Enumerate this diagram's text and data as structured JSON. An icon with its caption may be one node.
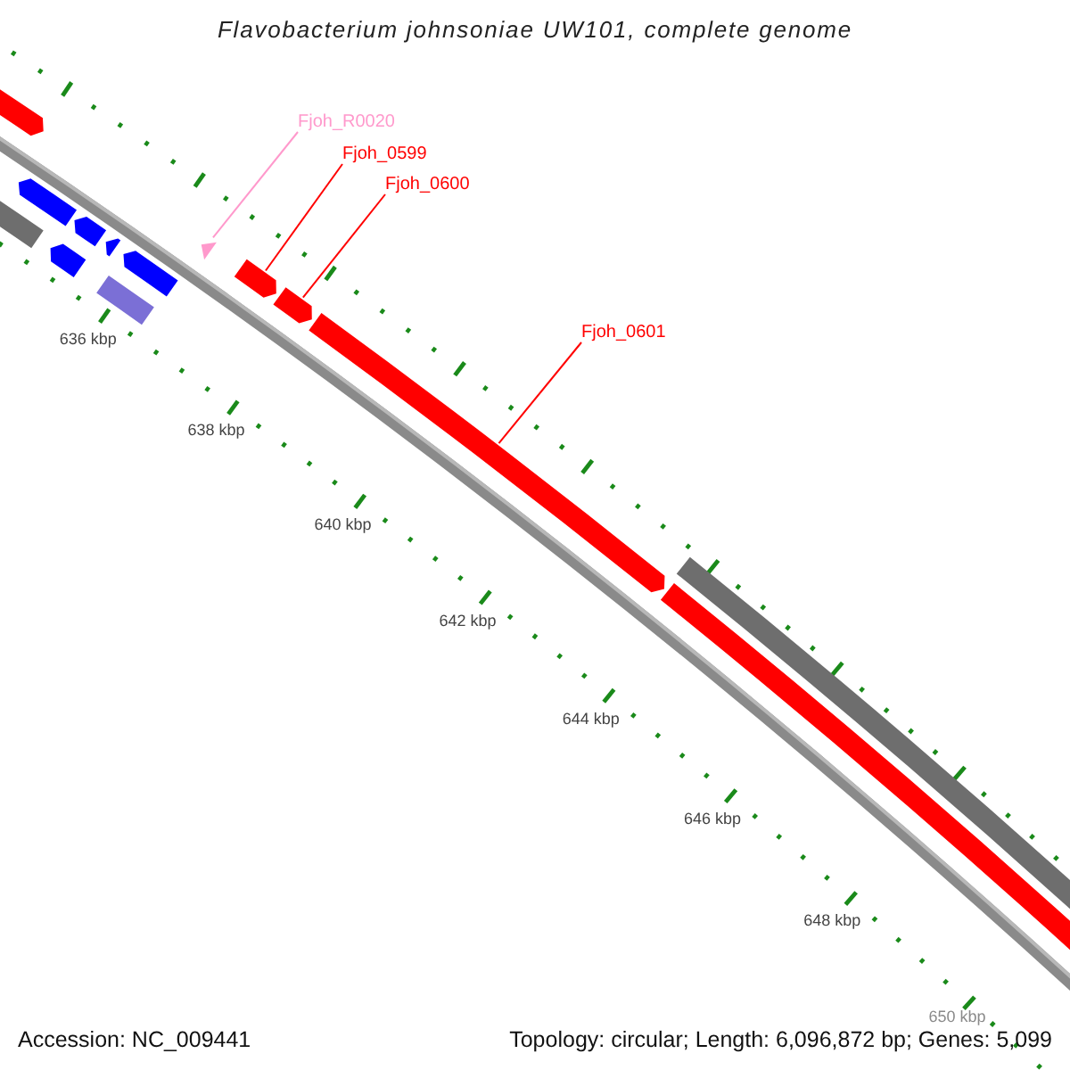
{
  "diagram": {
    "title": "Flavobacterium johnsoniae UW101, complete genome",
    "nodes": [
      {
        "text": [
          "Fjoh_R0020"
        ]
      },
      {
        "text": [
          "Fjoh_0599"
        ]
      },
      {
        "text": [
          "Fjoh_0600"
        ]
      },
      {
        "text": [
          "Fjoh_0601"
        ]
      },
      {
        "text": [],
        "shape": "arrow"
      },
      {
        "text": [],
        "shape": "arrow"
      },
      {
        "text": [],
        "shape": "arrow"
      },
      {
        "text": [],
        "shape": "arrow"
      }
    ],
    "edges": [
      {
        "from": 0,
        "to": 4,
        "arrow": "none",
        "color": "#ff99cc"
      },
      {
        "from": 1,
        "to": 5,
        "arrow": "none"
      },
      {
        "from": 2,
        "to": 6,
        "arrow": "none"
      },
      {
        "from": 3,
        "to": 7,
        "arrow": "none"
      }
    ],
    "labels": [
      "636 kbp",
      "638 kbp",
      "640 kbp",
      "642 kbp",
      "644 kbp",
      "646 kbp",
      "648 kbp",
      "650 kbp",
      "Accession: NC_009441",
      "Topology: circular; Length: 6,096,872 bp; Genes: 5,099"
    ]
  }
}
